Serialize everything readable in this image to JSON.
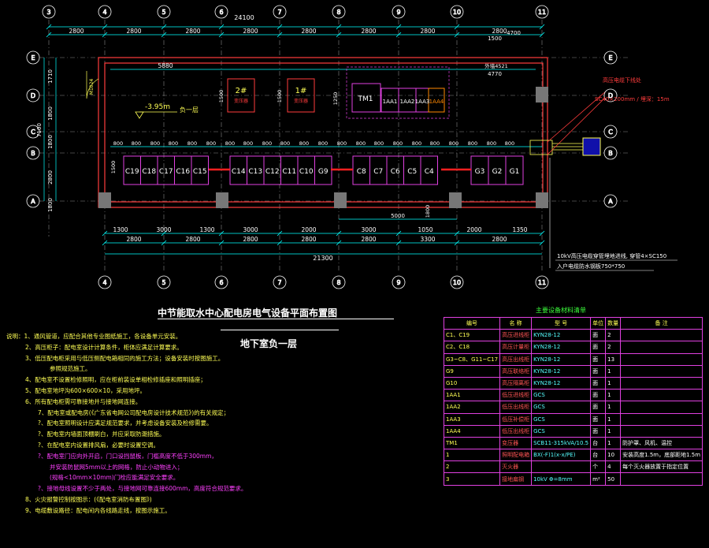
{
  "colors": {
    "background": "#000000",
    "wall": "#ff3c3c",
    "dimension": "#00ffff",
    "switchgear": "#e040e0",
    "axis_bubble": "#ffffff",
    "notes_yellow": "#ffff55",
    "notes_magenta": "#ff40ff",
    "table_title": "#3cff3c"
  },
  "axes_top": [
    "3",
    "4",
    "5",
    "6",
    "7",
    "8",
    "9",
    "10",
    "11"
  ],
  "axes_bottom": [
    "4",
    "5",
    "6",
    "7",
    "8",
    "9",
    "10",
    "11"
  ],
  "axes_left": [
    "E",
    "D",
    "C",
    "B",
    "A"
  ],
  "axes_right": [
    "E",
    "D",
    "C",
    "B",
    "A"
  ],
  "dims_top": {
    "overall": "24100",
    "spans": [
      "2800",
      "2800",
      "2800",
      "2800",
      "2800",
      "2800",
      "2800",
      "2800"
    ],
    "right_extra": [
      "1500",
      "4700"
    ],
    "inner": [
      "5880",
      "4770"
    ],
    "wall_label": "外墙4521"
  },
  "dims_left": {
    "overall": "7100",
    "spans": [
      "1710",
      "1800",
      "1800",
      "2800",
      "1800"
    ]
  },
  "dims_bottom": {
    "overall": "21300",
    "row1": [
      "1300",
      "3000",
      "1300",
      "3000",
      "2000",
      "3000",
      "1050",
      "2000",
      "1350"
    ],
    "row2": [
      "2800",
      "2800",
      "2800",
      "2800",
      "2800",
      "3300",
      "2800"
    ],
    "center": "5000"
  },
  "room": {
    "elevation": "-3.95m",
    "floor_label": "负一层",
    "door_label": "M1024",
    "transformers": [
      {
        "id": "2#",
        "sub": "变压器"
      },
      {
        "id": "1#",
        "sub": "变压器"
      }
    ],
    "tm": "TM1",
    "lv_panels": [
      "1AA1",
      "1AA2",
      "1AA3",
      "1AA4"
    ],
    "hv_group1": [
      "C19",
      "C18",
      "C17",
      "C16",
      "C15"
    ],
    "hv_group2": [
      "C14",
      "C13",
      "C12",
      "C11",
      "C10",
      "G9"
    ],
    "hv_group3": [
      "C8",
      "C7",
      "C6",
      "C5",
      "C4"
    ],
    "hv_group4": [
      "G3",
      "G2",
      "G1"
    ],
    "small_dims": [
      "800",
      "800",
      "800",
      "800",
      "800",
      "800",
      "800",
      "800",
      "800",
      "800",
      "800",
      "800",
      "800",
      "800",
      "800",
      "800",
      "800",
      "800",
      "800",
      "800",
      "800",
      "800"
    ],
    "depth_dims": [
      "1500",
      "1500",
      "1250",
      "1500",
      "1800"
    ],
    "cable_note": "高压电缆下线处",
    "pipe_note": "SC40×200mm / 埋深：15m",
    "incoming_note": "10kV高压电缆穿管埋地进线, 穿管4×SC150",
    "pit_note": "入户电缆防水钢板750*750"
  },
  "title": "中节能取水中心配电房电气设备平面布置图",
  "subtitle": "地下室负一层",
  "notes": [
    "说明：1、通风管道，应配合其他专业图纸施工，各设备单元安装。",
    "2、高压柜子：配电室设计计算条件，柜体应满足计算要求。",
    "3、低压配电柜采用与低压侧配电箱相同的施工方法；设备安装时按图施工。",
    "参照规范施工。",
    "4、配电室不设置检修照明，应在柜前装设单相检修插座和照明插座；",
    "5、配电室地坪沟600×600×10，采用地坪。",
    "6、所有配电柜需可靠接地并与接地网连接。",
    "7、配电室或配电房(《广东省电网公司配电房设计技术规范》)的有关规定；",
    "?、配电室照明设计应满足规范要求，并考虑设备安装及检修需要。",
    "?、配电室内墙面顶棚刷白，并应采取防潮措施。",
    "?、在配电室内设置排风扇，必要时设置空调。",
    "?、配电室门应向外开启，门口设挡鼠板，门槛高度不低于300mm，",
    "并安装防鼠网5mm以上的网格，防止小动物进入；",
    "(规格<10mm×10mm)门栓应能满足安全要求。",
    "?、接地母线设置不少于两处，与接地网可靠连接600mm，高度符合规范要求。",
    "8、火灾报警控制按图示：(《配电室消防布置图》)",
    "9、电缆敷设路径：配电间内各线路走线，按图示施工。"
  ],
  "table_title": "主要设备材料清单",
  "table": {
    "headers": [
      "编号",
      "名 称",
      "型 号",
      "单位",
      "数量",
      "备 注"
    ],
    "rows": [
      [
        "C1、C19",
        "高压进线柜",
        "KYN28-12",
        "面",
        "2",
        ""
      ],
      [
        "C2、C18",
        "高压计量柜",
        "KYN28-12",
        "面",
        "2",
        ""
      ],
      [
        "G3~C8、G11~C17",
        "高压出线柜",
        "KYN28-12",
        "面",
        "13",
        ""
      ],
      [
        "G9",
        "高压联络柜",
        "KYN28-12",
        "面",
        "1",
        ""
      ],
      [
        "G10",
        "高压隔离柜",
        "KYN28-12",
        "面",
        "1",
        ""
      ],
      [
        "1AA1",
        "低压进线柜",
        "GCS",
        "面",
        "1",
        ""
      ],
      [
        "1AA2",
        "低压出线柜",
        "GCS",
        "面",
        "1",
        ""
      ],
      [
        "1AA3",
        "低压补偿柜",
        "GCS",
        "面",
        "1",
        ""
      ],
      [
        "1AA4",
        "低压出线柜",
        "GCS",
        "面",
        "1",
        ""
      ],
      [
        "TM1",
        "变压器",
        "SCB11-315kVA/10.5",
        "台",
        "1",
        "防护罩、风机、温控"
      ],
      [
        "1",
        "照明配电箱",
        "BX(-F)1(x-x/PE)",
        "台",
        "10",
        "安装高度1.5m，底部距地1.5m"
      ],
      [
        "2",
        "灭火器",
        "",
        "个",
        "4",
        "每个灭火器放置于指定位置"
      ],
      [
        "3",
        "接地扁钢",
        "10kV Φ=8mm",
        "m²",
        "50",
        ""
      ]
    ]
  }
}
